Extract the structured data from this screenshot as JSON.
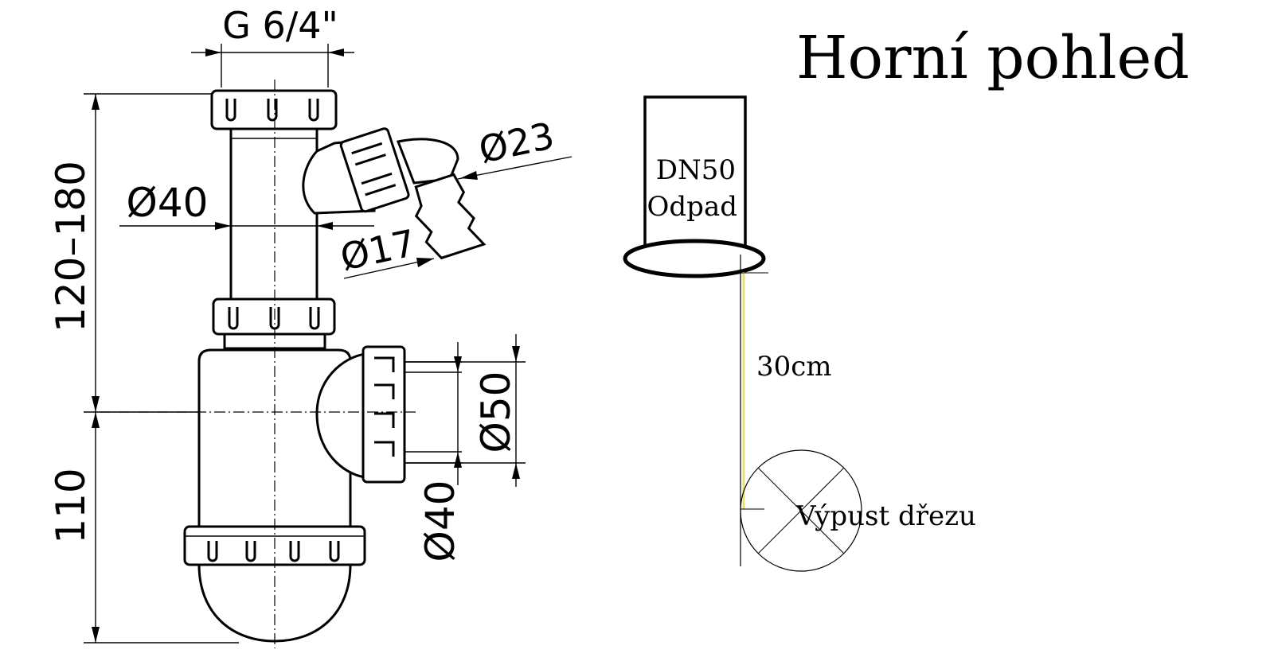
{
  "labels": {
    "top_thread": "G 6/4\"",
    "height_upper": "120–180",
    "height_lower": "110",
    "pipe_diameter": "Ø40",
    "hose_outer": "Ø23",
    "hose_inner": "Ø17",
    "outlet_outer": "Ø50",
    "outlet_inner": "Ø40"
  },
  "top_view": {
    "title": "Horní pohled",
    "pipe_size": "DN50",
    "pipe_name": "Odpad",
    "distance": "30cm",
    "sink_drain": "Výpust dřezu"
  },
  "colors": {
    "distance_line": "#e8e070",
    "ink": "#000000"
  }
}
